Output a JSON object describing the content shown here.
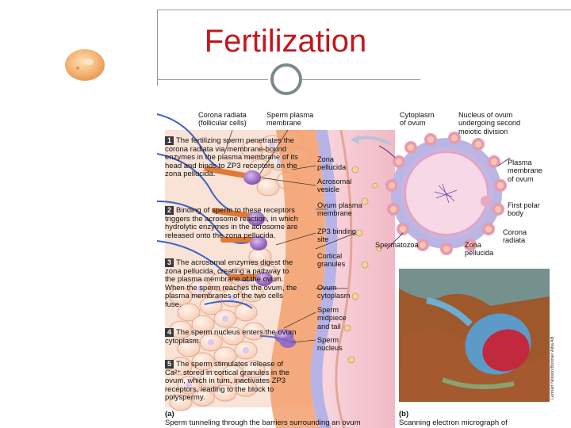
{
  "slide": {
    "title": "Fertilization"
  },
  "steps": [
    {
      "num": "1",
      "text": "The fertilizing sperm penetrates the corona radiata via membrane-bound enzymes in the plasma membrane of its head and binds to ZP3 receptors on the zona pellucida."
    },
    {
      "num": "2",
      "text": "Binding of sperm to these receptors triggers the acrosome reaction, in which hydrolytic enzymes in the acrosome are released onto the zona pellucida."
    },
    {
      "num": "3",
      "text": "The acrosomal enzymes digest the zona pellucida, creating a pathway to the plasma membrane of the ovum. When the sperm reaches the ovum, the plasma membranes of the two cells fuse."
    },
    {
      "num": "4",
      "text": "The sperm nucleus enters the ovum cytoplasm."
    },
    {
      "num": "5",
      "text": "The sperm stimulates release of Ca²⁺ stored in cortical granules in the ovum, which in turn, inactivates ZP3 receptors, leading to the block to polyspermy."
    }
  ],
  "labels_a": {
    "corona_radiata": "Corona radiata\n(follicular cells)",
    "sperm_membrane": "Sperm plasma\nmembrane",
    "zona": "Zona\npellucida",
    "acrosomal": "Acrosomal\nvesicle",
    "ovum_membrane": "Ovum plasma\nmembrane",
    "zp3": "ZP3 binding\nsite",
    "cortical": "Cortical\ngranules",
    "ovum_cytoplasm": "Ovum\ncytoplasm",
    "midpiece": "Sperm\nmidpiece\nand tail",
    "sperm_nucleus": "Sperm\nnucleus"
  },
  "labels_b": {
    "cytoplasm": "Cytoplasm\nof ovum",
    "nucleus": "Nucleus of ovum\nundergoing second\nmeiotic division",
    "plasma_membrane": "Plasma\nmembrane\nof ovum",
    "polar_body": "First polar\nbody",
    "corona": "Corona\nradiata",
    "spermatozoa": "Spermatozoa",
    "zona": "Zona\npellucida"
  },
  "captions": {
    "a_letter": "(a)",
    "a_text": "Sperm tunneling through the barriers surrounding an ovum",
    "b_letter": "(b)",
    "b_text": "Scanning electron micrograph of\nspermatozoon with acrosomal enzymes\n(in red) exposed after acrosomal reaction",
    "credit": "Lennart Nilsson/Bonnier Alba AB"
  },
  "colors": {
    "title": "#c4161c",
    "rule": "#9a9a9a",
    "circle": "#7a8a8a"
  }
}
